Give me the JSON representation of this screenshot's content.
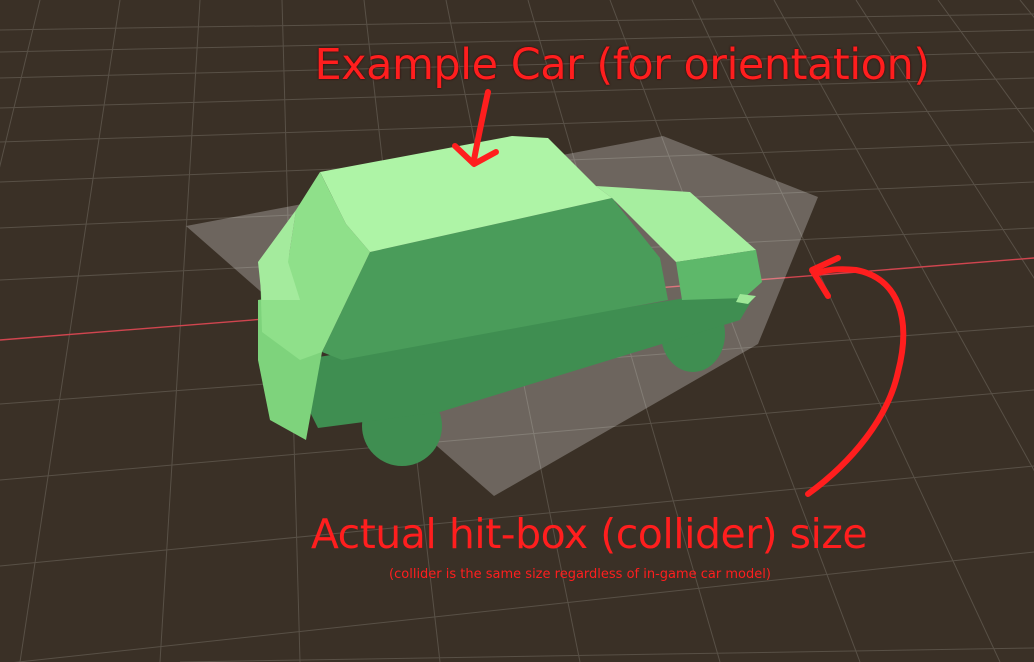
{
  "labels": {
    "title": "Example Car (for orientation)",
    "hitbox": "Actual hit-box (collider) size",
    "note": "(collider is the same size regardless of in-game car model)"
  },
  "colors": {
    "ground": "#3a3026",
    "grid_line": "#5e564c",
    "axis_line": "#d0454f",
    "collider_box": "#ffffff",
    "car_light": "#a8f2a0",
    "car_mid": "#6fcd73",
    "car_dark": "#3f8e51",
    "annotation": "#ff1e1e"
  },
  "icons": {
    "title_arrow": "arrow-down-icon",
    "hitbox_arrow": "curved-arrow-icon"
  }
}
